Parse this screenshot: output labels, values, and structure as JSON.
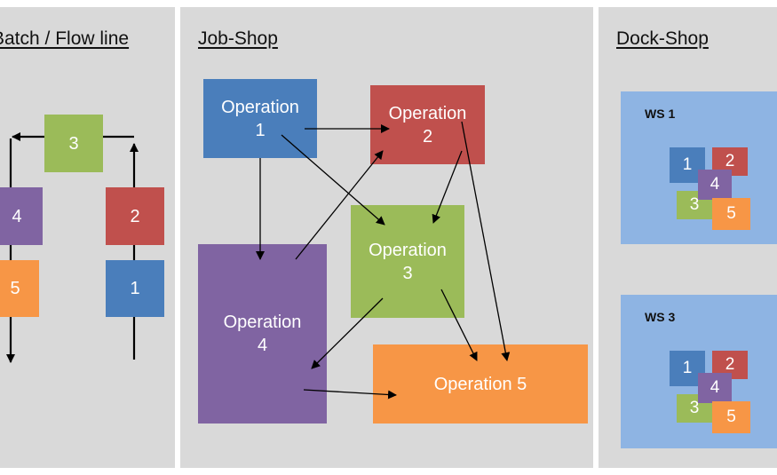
{
  "batch": {
    "title": "Batch / Flow line",
    "items": [
      "3",
      "4",
      "2",
      "5",
      "1"
    ]
  },
  "jobshop": {
    "title": "Job-Shop",
    "operations": [
      {
        "word": "Operation",
        "num": "1"
      },
      {
        "word": "Operation",
        "num": "2"
      },
      {
        "word": "Operation",
        "num": "3"
      },
      {
        "word": "Operation",
        "num": "4"
      },
      {
        "word": "Operation",
        "num": "5"
      }
    ]
  },
  "dockshop": {
    "title": "Dock-Shop",
    "stations": [
      {
        "label": "WS 1",
        "items": [
          "1",
          "2",
          "4",
          "3",
          "5"
        ]
      },
      {
        "label": "WS 3",
        "items": [
          "1",
          "2",
          "4",
          "3",
          "5"
        ]
      }
    ]
  },
  "colors": {
    "panel": "#d9d9d9",
    "blue": "#4a7ebb",
    "red": "#c0504d",
    "green": "#9bbb59",
    "purple": "#8064a2",
    "orange": "#f79646",
    "workstation": "#8eb4e3"
  }
}
